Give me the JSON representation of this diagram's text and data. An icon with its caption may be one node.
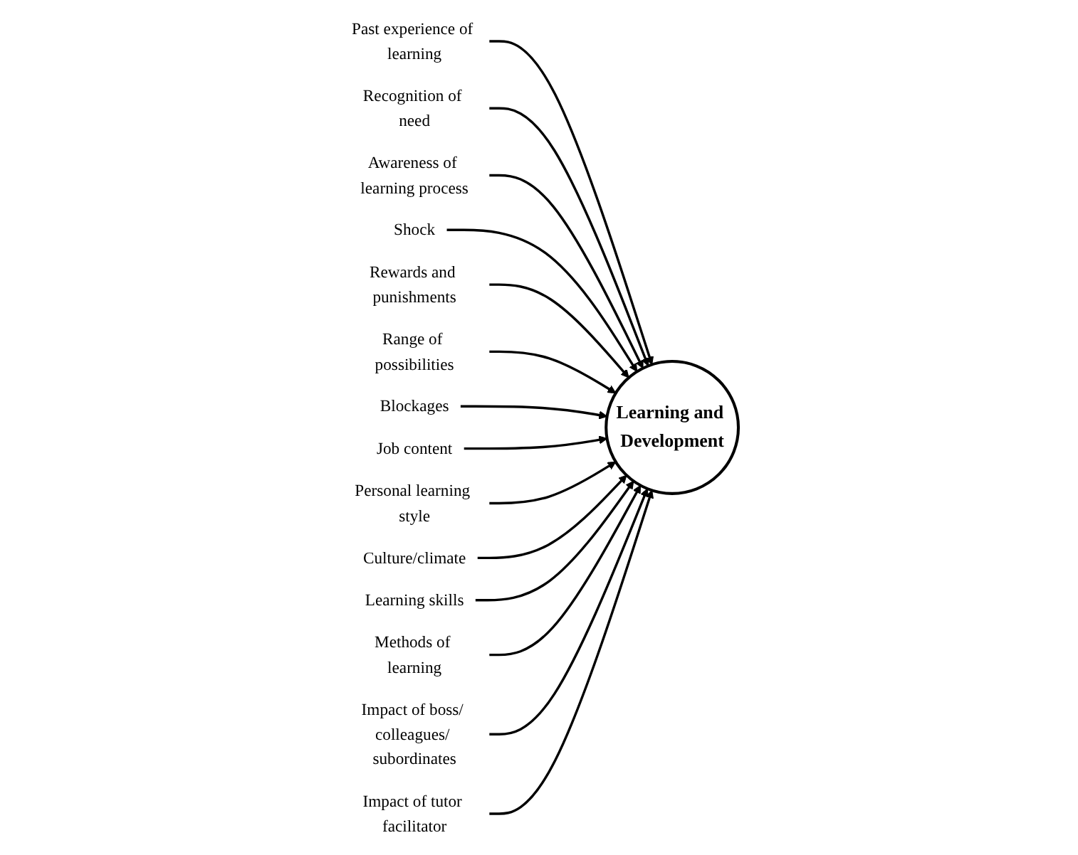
{
  "diagram": {
    "nodes": [
      {
        "text": [
          "Past experience of learning"
        ]
      },
      {
        "text": [
          "Recognition of need"
        ]
      },
      {
        "text": [
          "Awareness of learning process"
        ]
      },
      {
        "text": [
          "Shock"
        ]
      },
      {
        "text": [
          "Rewards and punishments"
        ]
      },
      {
        "text": [
          "Range of possibilities"
        ]
      },
      {
        "text": [
          "Blockages"
        ]
      },
      {
        "text": [
          "Learning and Development"
        ]
      },
      {
        "text": [
          "Job content"
        ]
      },
      {
        "text": [
          "Personal learning style"
        ]
      },
      {
        "text": [
          "Culture/climate"
        ]
      },
      {
        "text": [
          "Learning skills"
        ]
      },
      {
        "text": [
          "Methods of learning"
        ]
      },
      {
        "text": [
          "Impact of boss/ colleagues/ subordinates"
        ]
      },
      {
        "text": [
          "Impact of tutor facilitator"
        ]
      }
    ],
    "edges": [
      {
        "from": 0,
        "to": 7,
        "arrow": "to"
      },
      {
        "from": 1,
        "to": 7,
        "arrow": "to"
      },
      {
        "from": 2,
        "to": 7,
        "arrow": "to"
      },
      {
        "from": 3,
        "to": 7,
        "arrow": "to"
      },
      {
        "from": 4,
        "to": 7,
        "arrow": "to"
      },
      {
        "from": 5,
        "to": 7,
        "arrow": "to"
      },
      {
        "from": 6,
        "to": 7,
        "arrow": "to"
      },
      {
        "from": 8,
        "to": 7,
        "arrow": "to"
      },
      {
        "from": 9,
        "to": 7,
        "arrow": "to"
      },
      {
        "from": 10,
        "to": 7,
        "arrow": "to"
      },
      {
        "from": 11,
        "to": 7,
        "arrow": "to"
      },
      {
        "from": 12,
        "to": 7,
        "arrow": "to"
      },
      {
        "from": 13,
        "to": 7,
        "arrow": "to"
      },
      {
        "from": 14,
        "to": 7,
        "arrow": "to"
      }
    ]
  }
}
